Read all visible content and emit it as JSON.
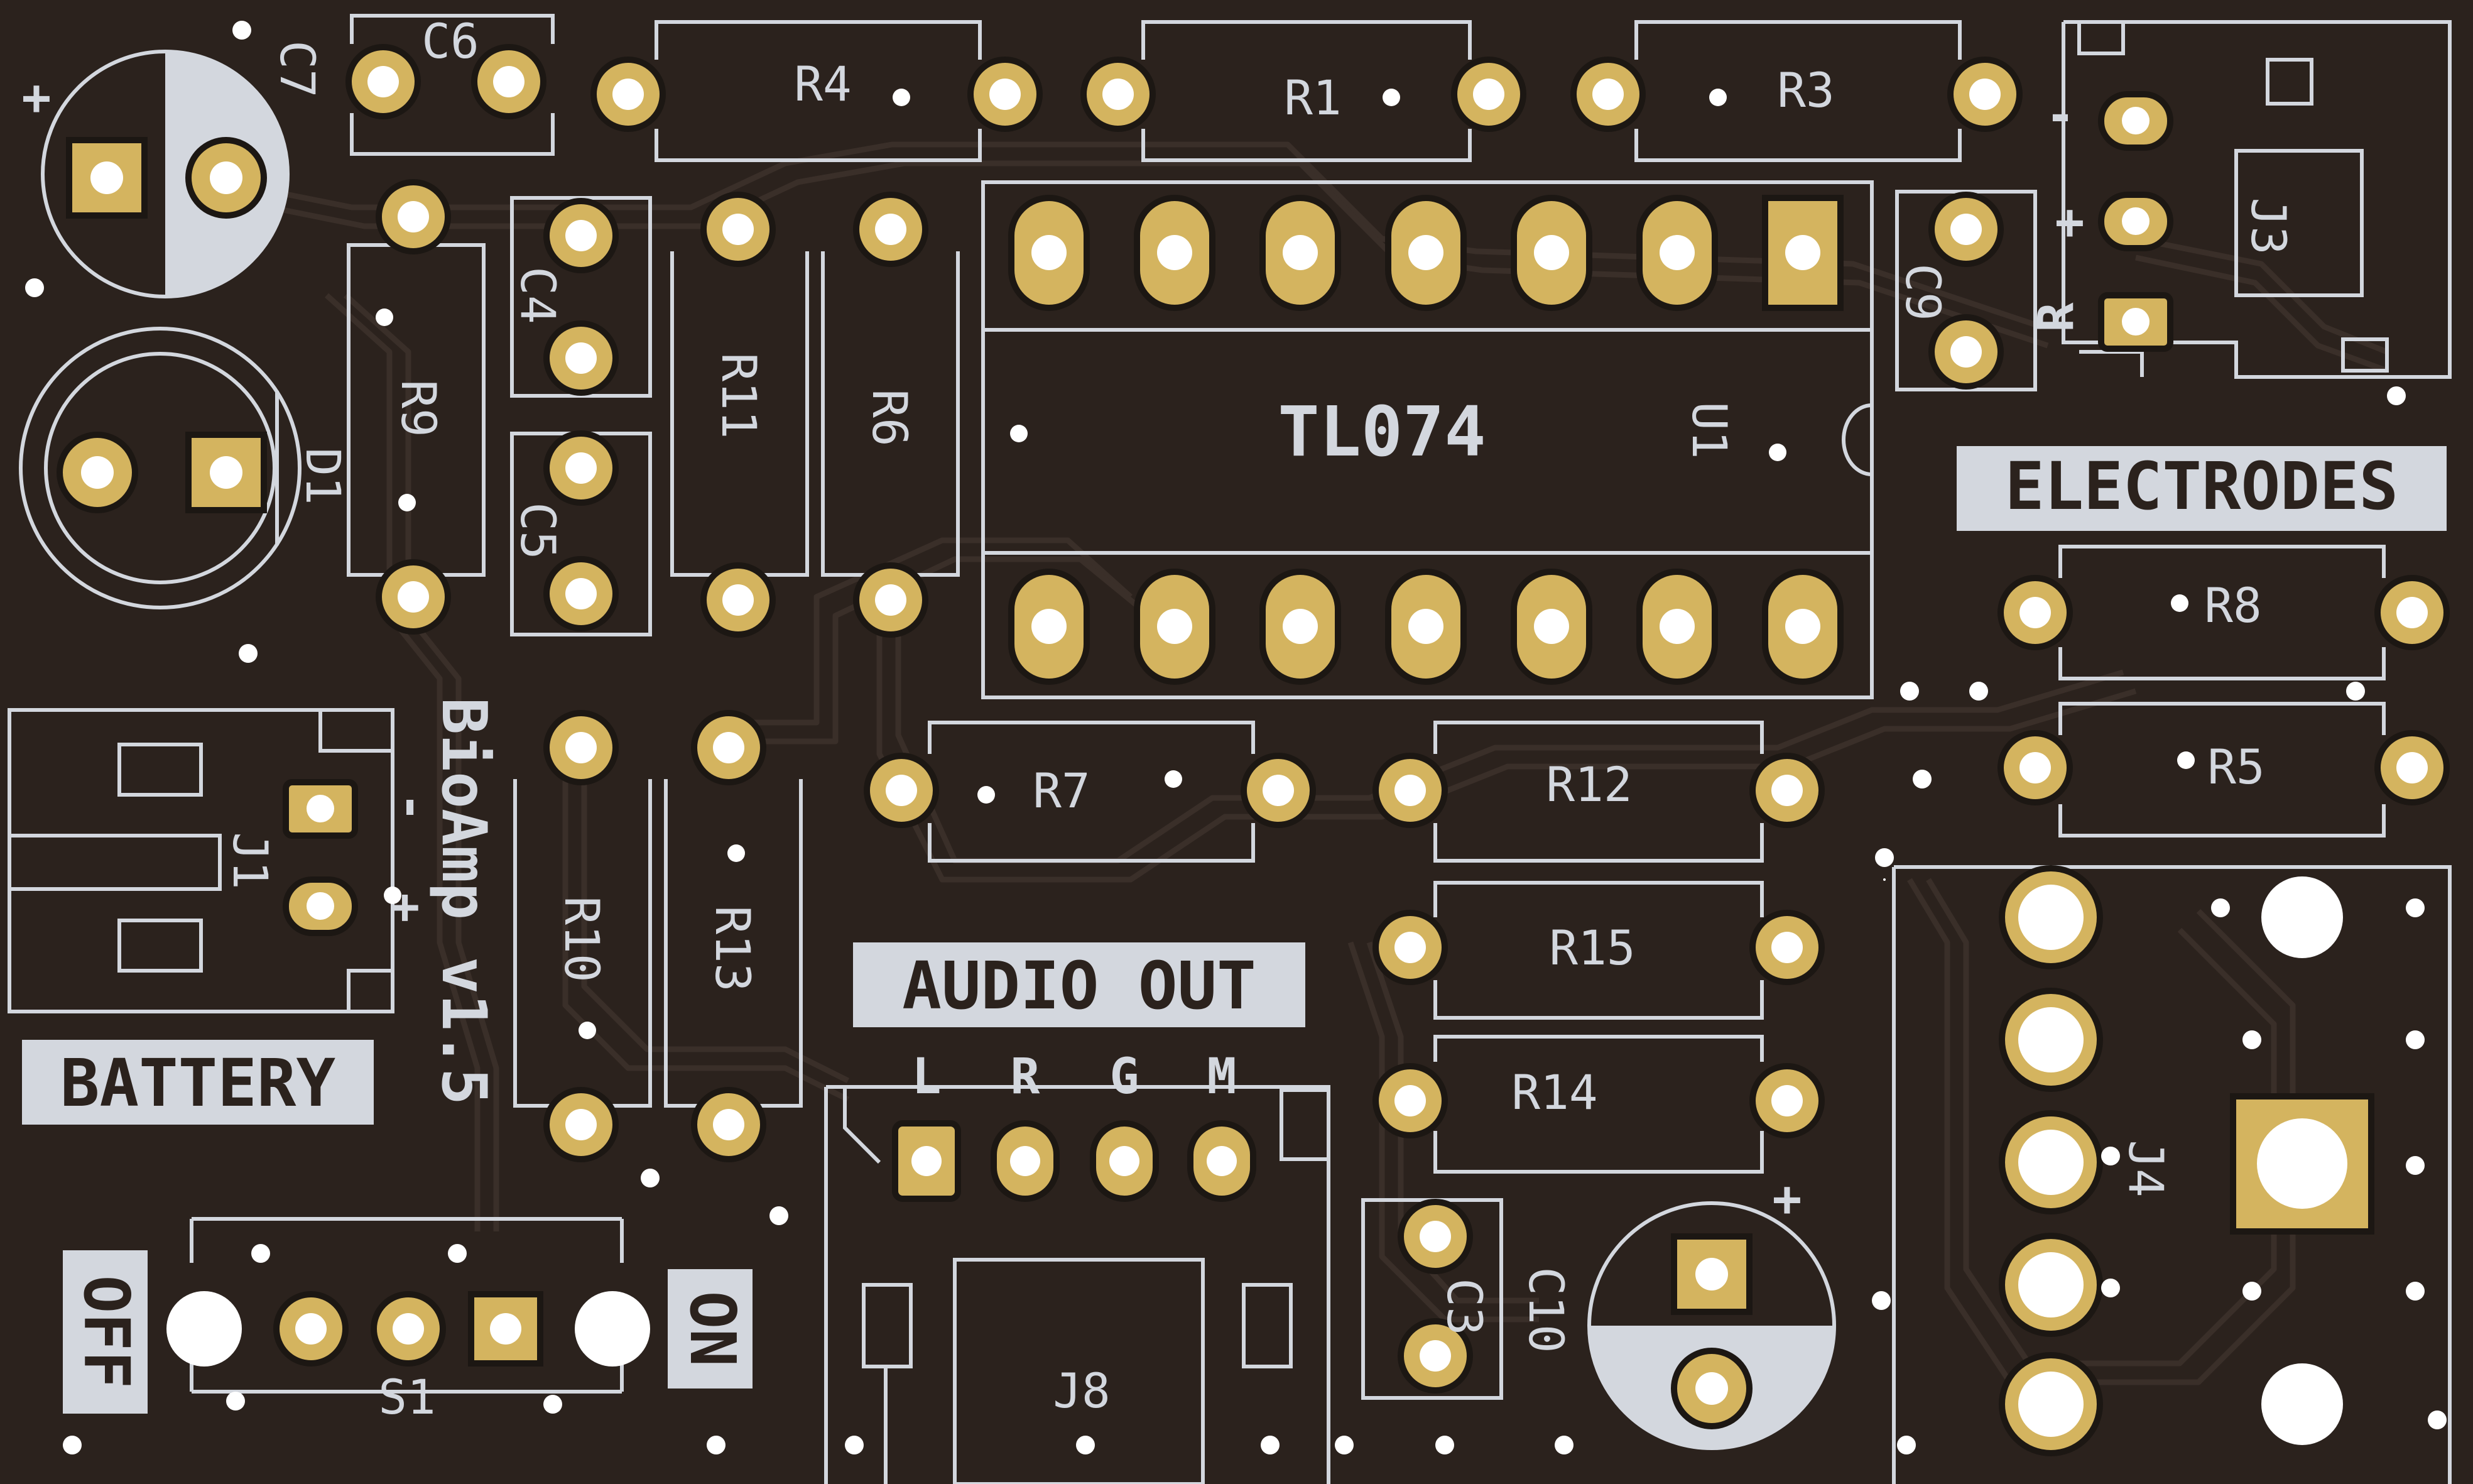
{
  "board": {
    "title": "BioAmp v1.5",
    "colors": {
      "board": "#2b221d",
      "trace": "#3a2f29",
      "silk": "#d3d7de",
      "pad": "#d4b45f",
      "hole": "#ffffff",
      "label_bg": "#d3d7de",
      "label_fg": "#2b221d"
    }
  },
  "labels": {
    "electrodes": "ELECTRODES",
    "battery": "BATTERY",
    "audio_out": "AUDIO OUT",
    "off": "OFF",
    "on": "ON",
    "chip": "TL074"
  },
  "ref": {
    "C6": "C6",
    "C7": "C7",
    "C4": "C4",
    "C5": "C5",
    "C9": "C9",
    "C3": "C3",
    "C10": "C10",
    "R1": "R1",
    "R3": "R3",
    "R4": "R4",
    "R5": "R5",
    "R6": "R6",
    "R7": "R7",
    "R8": "R8",
    "R9": "R9",
    "R10": "R10",
    "R11": "R11",
    "R12": "R12",
    "R13": "R13",
    "R14": "R14",
    "R15": "R15",
    "D1": "D1",
    "U1": "U1",
    "J1": "J1",
    "J3": "J3",
    "J4": "J4",
    "J8": "J8",
    "S1": "S1"
  },
  "pins": {
    "j3_minus": "-",
    "j3_plus": "+",
    "j3_r": "R",
    "j1_minus": "-",
    "j1_plus": "+",
    "c7_plus": "+",
    "c10_plus": "+",
    "audio_l": "L",
    "audio_r": "R",
    "audio_g": "G",
    "audio_m": "M"
  }
}
